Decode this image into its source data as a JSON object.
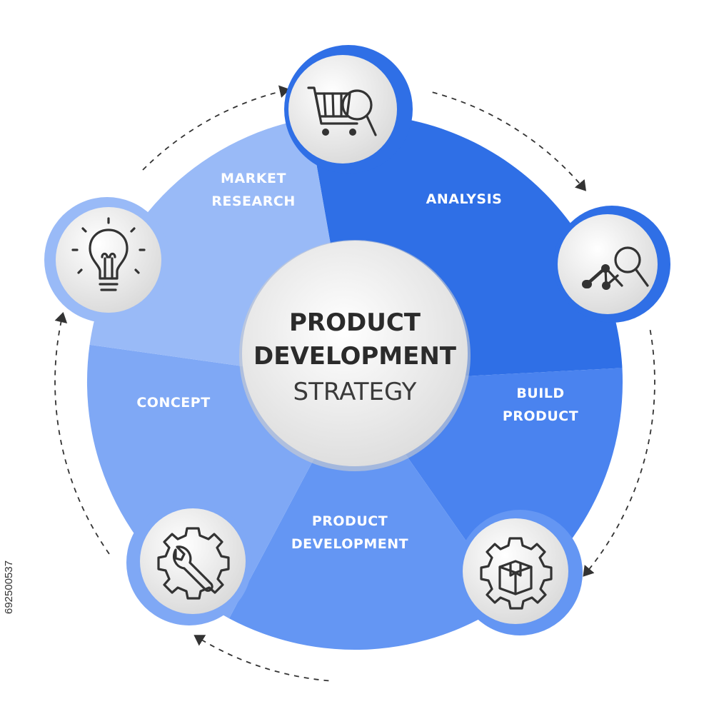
{
  "center": {
    "title_line1": "PRODUCT",
    "title_line2": "DEVELOPMENT",
    "subtitle": "STRATEGY"
  },
  "segments": [
    {
      "label_lines": [
        "MARKET",
        "RESEARCH"
      ],
      "icon": "shopping-cart-magnifier-icon",
      "color": "#2f6fe6"
    },
    {
      "label_lines": [
        "ANALYSIS"
      ],
      "icon": "line-chart-magnifier-icon",
      "color": "#4a83ef"
    },
    {
      "label_lines": [
        "BUILD",
        "PRODUCT"
      ],
      "icon": "gear-box-icon",
      "color": "#6496f3"
    },
    {
      "label_lines": [
        "PRODUCT",
        "DEVELOPMENT"
      ],
      "icon": "gear-wrench-icon",
      "color": "#7fa8f5"
    },
    {
      "label_lines": [
        "CONCEPT"
      ],
      "icon": "lightbulb-icon",
      "color": "#99baf7"
    }
  ],
  "stock_id": "692500537",
  "colors": {
    "icon_ring_dark": "#2f6fe6",
    "icon_ring_light": "#99baf7",
    "center_fill": "#f2f2f2",
    "text_dark": "#2b2b2b"
  }
}
